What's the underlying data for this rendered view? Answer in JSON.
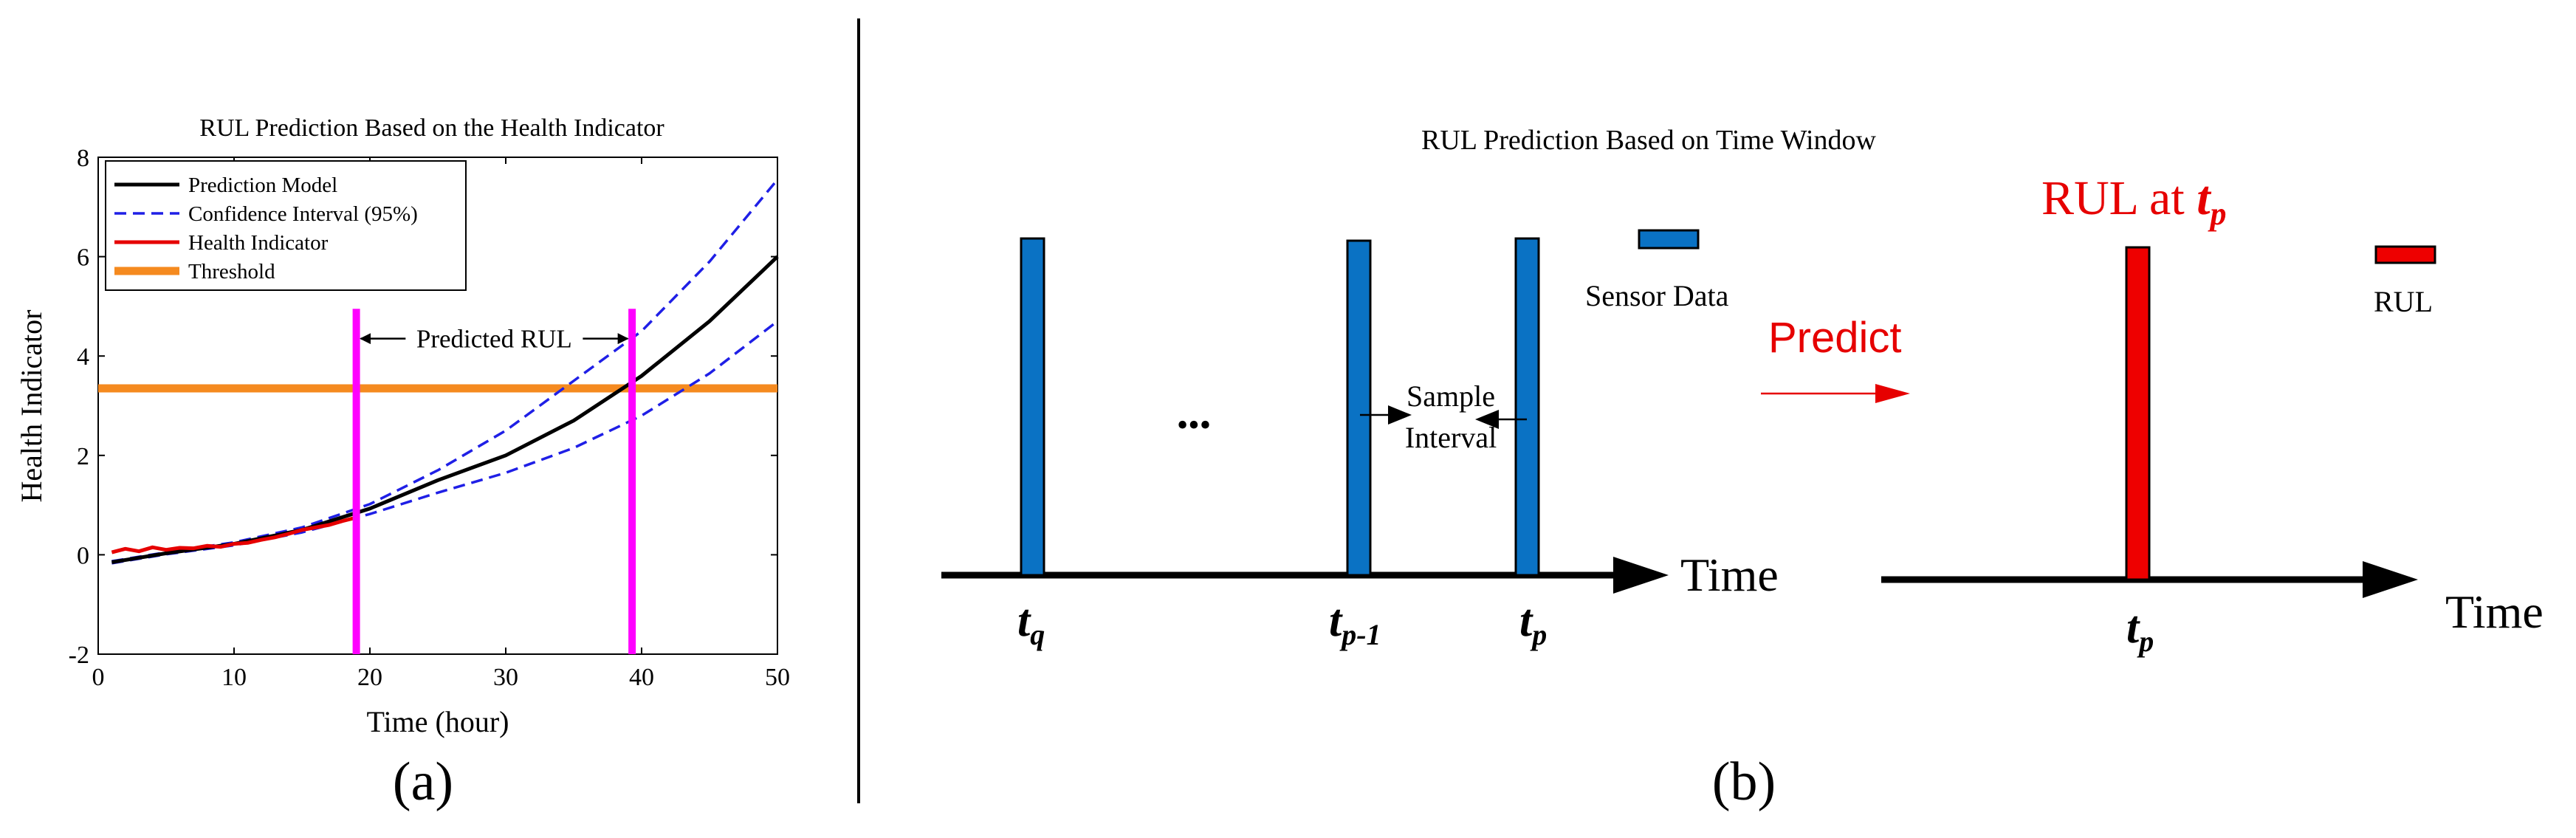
{
  "colors": {
    "prediction": "#000000",
    "confidence": "#1f1fe6",
    "health": "#e60000",
    "threshold": "#f58a1f",
    "marker": "#ff00ff",
    "sensor_bar": "#0a72c4",
    "rul_bar": "#ee0000",
    "predict_text": "#e60000"
  },
  "panels": {
    "a": {
      "label": "(a)"
    },
    "b": {
      "label": "(b)",
      "title": "RUL Prediction Based on Time Window",
      "dots": "•••",
      "sample_interval_line1": "Sample",
      "sample_interval_line2": "Interval",
      "legend_sensor": "Sensor Data",
      "legend_rul": "RUL",
      "predict": "Predict",
      "time_left": "Time",
      "time_right": "Time",
      "tq": {
        "base": "t",
        "sub": "q"
      },
      "tp1": {
        "base": "t",
        "sub": "p-1"
      },
      "tp": {
        "base": "t",
        "sub": "p"
      },
      "tp_right": {
        "base": "t",
        "sub": "p"
      },
      "rul_at_prefix": "RUL at ",
      "rul_at": {
        "base": "t",
        "sub": "p"
      },
      "icons": {
        "arrow": "arrow-right-icon",
        "dots": "ellipsis-icon"
      }
    }
  },
  "chart_data": {
    "type": "line",
    "title": "RUL Prediction Based on the Health Indicator",
    "xlabel": "Time (hour)",
    "ylabel": "Health Indicator",
    "xlim": [
      0,
      50
    ],
    "ylim": [
      -2,
      8
    ],
    "xticks": [
      0,
      10,
      20,
      30,
      40,
      50
    ],
    "yticks": [
      -2,
      0,
      2,
      4,
      6,
      8
    ],
    "legend_position": "top-left",
    "grid": false,
    "series": [
      {
        "name": "Prediction Model",
        "style": "solid",
        "x": [
          1,
          5,
          10,
          15,
          20,
          25,
          30,
          35,
          40,
          45,
          50
        ],
        "y": [
          -0.15,
          0.03,
          0.22,
          0.5,
          0.93,
          1.5,
          2.0,
          2.7,
          3.6,
          4.7,
          6.0
        ]
      },
      {
        "name": "Confidence Interval (95%)",
        "style": "dashed",
        "x": [
          1,
          5,
          10,
          15,
          20,
          25,
          30,
          35,
          40,
          45,
          50
        ],
        "y": [
          -0.13,
          0.05,
          0.25,
          0.55,
          1.02,
          1.7,
          2.5,
          3.5,
          4.5,
          5.9,
          7.55
        ]
      },
      {
        "name": "Confidence Interval (95%)",
        "style": "dashed",
        "show_in_legend": false,
        "x": [
          1,
          5,
          10,
          15,
          20,
          25,
          30,
          35,
          40,
          45,
          50
        ],
        "y": [
          -0.17,
          0.01,
          0.19,
          0.45,
          0.82,
          1.25,
          1.65,
          2.15,
          2.8,
          3.65,
          4.7
        ]
      },
      {
        "name": "Health Indicator",
        "style": "solid",
        "x": [
          1,
          2,
          3,
          4,
          5,
          6,
          7,
          8,
          9,
          10,
          11,
          12,
          13,
          14,
          15,
          16,
          17,
          18,
          19
        ],
        "y": [
          0.05,
          0.12,
          0.07,
          0.15,
          0.1,
          0.14,
          0.13,
          0.18,
          0.16,
          0.22,
          0.24,
          0.3,
          0.35,
          0.42,
          0.5,
          0.55,
          0.6,
          0.68,
          0.75
        ]
      },
      {
        "name": "Threshold",
        "style": "solid",
        "x": [
          0,
          50
        ],
        "y": [
          3.35,
          3.35
        ]
      }
    ],
    "markers": [
      {
        "type": "vline",
        "x": 19
      },
      {
        "type": "vline",
        "x": 39.3
      }
    ],
    "annotations": [
      {
        "text": "Predicted RUL",
        "x_from": 19,
        "x_to": 39.3,
        "y": 4.35
      }
    ]
  }
}
